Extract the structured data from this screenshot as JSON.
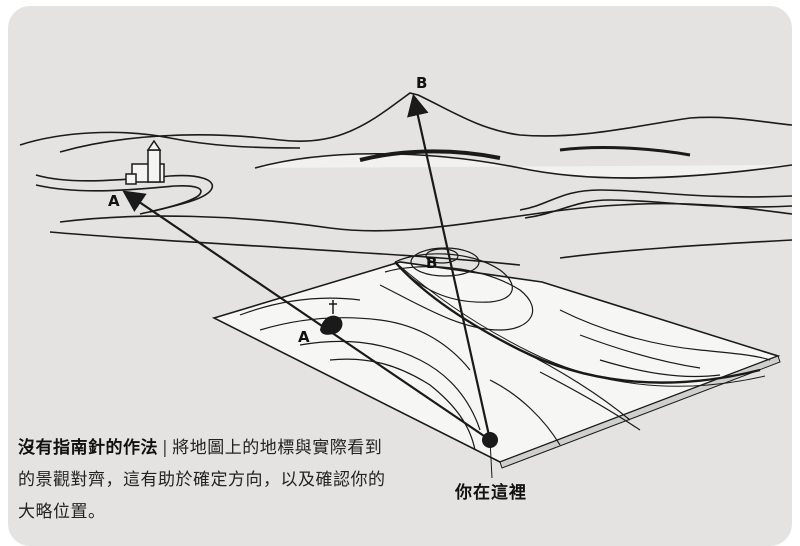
{
  "labels": {
    "peak_b": "B",
    "church_a": "A",
    "map_b": "B",
    "map_a": "A"
  },
  "caption": {
    "title": "沒有指南針的作法",
    "separator": "|",
    "body": "將地圖上的地標與實際看到的景觀對齊，這有助於確定方向，以及確認你的大略位置。"
  },
  "you_are_here": "你在這裡",
  "colors": {
    "card_background": "#e4e3e2",
    "line": "#1a1a1a",
    "map_paper": "#f6f6f4"
  }
}
